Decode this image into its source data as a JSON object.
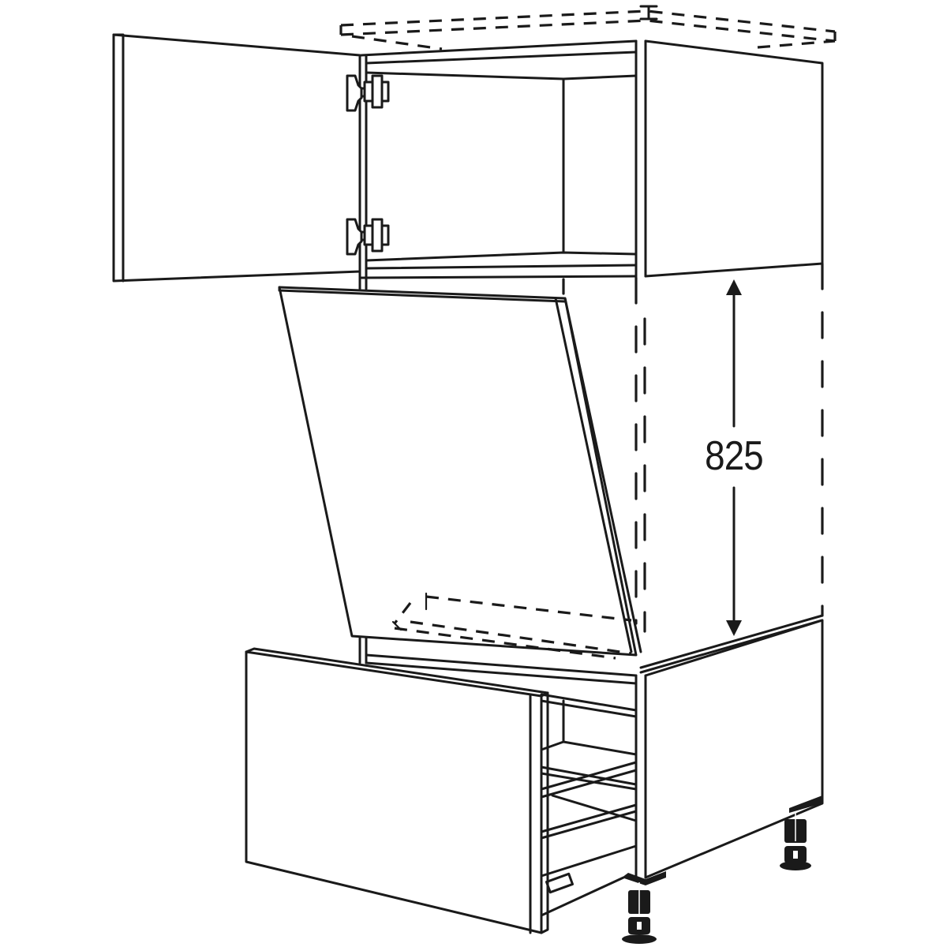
{
  "diagram": {
    "subject": "Tall kitchen cabinet with upper hinged door, built-in appliance niche with lift-up flap, and pull-out drawer",
    "dimension": {
      "label": "825",
      "orientation": "vertical",
      "describes": "height of appliance niche"
    },
    "components": [
      {
        "name": "upper-door",
        "state": "open",
        "hinges": 2
      },
      {
        "name": "appliance-flap",
        "state": "open"
      },
      {
        "name": "drawer",
        "state": "open"
      },
      {
        "name": "countertop-outline",
        "style": "dashed"
      },
      {
        "name": "adjustable-feet",
        "count": 2
      }
    ],
    "colors": {
      "line": "#1a1a1a",
      "background": "#ffffff"
    }
  }
}
